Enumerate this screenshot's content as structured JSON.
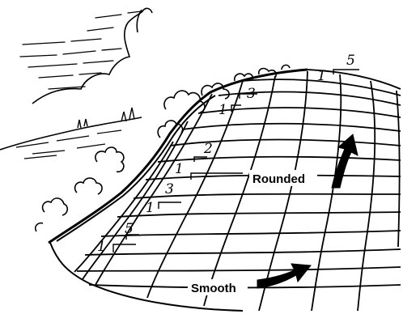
{
  "labels": {
    "rounded": "Rounded",
    "smooth": "Smooth"
  },
  "markers": {
    "top_1": "1",
    "top_5": "5",
    "m_3": "3",
    "m_1": "1",
    "r_2": "2",
    "r_1": "1",
    "r_3": "3",
    "r_1b": "1",
    "b_1": "1",
    "b_5": "5"
  },
  "colors": {
    "ink": "#000000",
    "paper": "#ffffff"
  }
}
